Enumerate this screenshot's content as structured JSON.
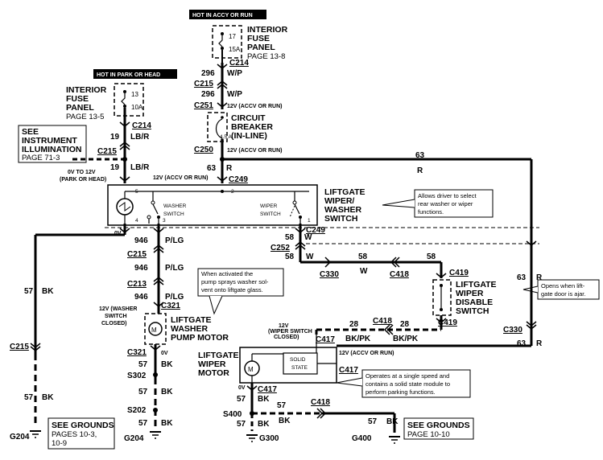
{
  "headers": {
    "hot_accy_run": "HOT IN ACCY OR RUN",
    "hot_park_head": "HOT IN PARK OR HEAD"
  },
  "fuse_panel_right": {
    "title_1": "INTERIOR",
    "title_2": "FUSE",
    "title_3": "PANEL",
    "page": "PAGE 13-8",
    "fuse_num": "17",
    "fuse_amp": "15A"
  },
  "fuse_panel_left": {
    "title_1": "INTERIOR",
    "title_2": "FUSE",
    "title_3": "PANEL",
    "page": "PAGE 13-5",
    "fuse_num": "13",
    "fuse_amp": "10A"
  },
  "connectors": {
    "c214_r": "C214",
    "c215_r": "C215",
    "c251": "C251",
    "c250": "C250",
    "c214_l": "C214",
    "c215_l": "C215",
    "c249_top": "C249",
    "c249_bot": "C249",
    "c252": "C252",
    "c215_m": "C215",
    "c213": "C213",
    "c321_top": "C321",
    "c321_bot": "C321",
    "c330_l": "C330",
    "c418_m": "C418",
    "c419_top": "C419",
    "c419_bot": "C419",
    "c418_bot": "C418",
    "c417_top": "C417",
    "c417_mid": "C417",
    "c417_bot": "C417",
    "c330_r": "C330",
    "c215_far": "C215",
    "c418_gnd": "C418"
  },
  "wires": {
    "w296a": "296",
    "wpa": "W/P",
    "w296b": "296",
    "wpb": "W/P",
    "w19a": "19",
    "lbra": "LB/R",
    "w19b": "19",
    "lbrb": "LB/R",
    "w63a": "63",
    "ra": "R",
    "w63b": "63",
    "rb": "R",
    "w58a": "58",
    "wa": "W",
    "w58b": "58",
    "wb": "W",
    "w58c": "58",
    "w58d": "58",
    "wc": "W",
    "w946a": "946",
    "plga": "P/LG",
    "w946b": "946",
    "plgb": "P/LG",
    "w946c": "946",
    "plgc": "P/LG",
    "w63c": "63",
    "rc": "R",
    "w63d": "63",
    "rd": "R",
    "w28a": "28",
    "bkpka": "BK/PK",
    "w28b": "28",
    "bkpkb": "BK/PK",
    "w57a": "57",
    "bka": "BK",
    "w57b": "57",
    "bkb": "BK",
    "w57c": "57",
    "bkc": "BK",
    "w57d": "57",
    "bkd": "BK",
    "w57e": "57",
    "bke": "BK",
    "w57f": "57",
    "bkf": "BK",
    "w57g": "57",
    "w57h": "57",
    "bkh": "BK",
    "w57i": "57",
    "bki": "BK",
    "w57j": "57",
    "bkj": "BK",
    "bkg": "BK"
  },
  "voltages": {
    "v12_accy_run_a": "12V (ACCV OR RUN)",
    "v12_accy_run_b": "12V (ACCV OR RUN)",
    "v12_accy_run_c": "12V (ACCV OR RUN)",
    "v12_accy_run_d": "12V (ACCV OR RUN)",
    "v0_12_a": "0V TO 12V",
    "v0_12_b": "(PARK OR HEAD)",
    "v0v_a": "0V",
    "v0v_b": "0V",
    "v0v_c": "0V",
    "washer_closed_1": "12V (WASHER",
    "washer_closed_2": "SWITCH",
    "washer_closed_3": "CLOSED)",
    "wiper_closed_1": "12V",
    "wiper_closed_2": "(WIPER SWITCH",
    "wiper_closed_3": "CLOSED)"
  },
  "components": {
    "breaker_1": "CIRCUIT",
    "breaker_2": "BREAKER",
    "breaker_3": "(IN-LINE)",
    "breaker_amp": "4.5 A",
    "sw_1": "LIFTGATE",
    "sw_2": "WIPER/",
    "sw_3": "WASHER",
    "sw_4": "SWITCH",
    "washer_sw_1": "WASHER",
    "washer_sw_2": "SWITCH",
    "wiper_sw_1": "WIPER",
    "wiper_sw_2": "SWITCH",
    "pin_5": "5",
    "pin_2": "2",
    "pin_4": "4",
    "pin_3": "3",
    "pin_1": "1",
    "disable_1": "LIFTGATE",
    "disable_2": "WIPER",
    "disable_3": "DISABLE",
    "disable_4": "SWITCH",
    "pump_1": "LIFTGATE",
    "pump_2": "WASHER",
    "pump_3": "PUMP MOTOR",
    "motor_1": "LIFTGATE",
    "motor_2": "WIPER",
    "motor_3": "MOTOR",
    "solid_1": "SOLID",
    "solid_2": "STATE"
  },
  "notes": {
    "illum_1": "SEE",
    "illum_2": "INSTRUMENT",
    "illum_3": "ILLUMINATION",
    "illum_4": "PAGE 71-3",
    "select_1": "Allows driver to select",
    "select_2": "rear washer or wiper",
    "select_3": "functions.",
    "pump_1": "When activated the",
    "pump_2": "pump sprays washer sol-",
    "pump_3": "vent onto liftgate glass.",
    "ajar_1": "Opens when lift-",
    "ajar_2": "gate door is ajar.",
    "speed_1": "Operates at a single speed and",
    "speed_2": "contains a solid state module to",
    "speed_3": "perform parking functions."
  },
  "grounds": {
    "g204_l": "G204",
    "g204_m": "G204",
    "g300": "G300",
    "g400": "G400",
    "s302": "S302",
    "s202": "S202",
    "s400": "S400",
    "see_l_1": "SEE GROUNDS",
    "see_l_2": "PAGES 10-3,",
    "see_l_3": "10-9",
    "see_r_1": "SEE GROUNDS",
    "see_r_2": "PAGE 10-10"
  }
}
